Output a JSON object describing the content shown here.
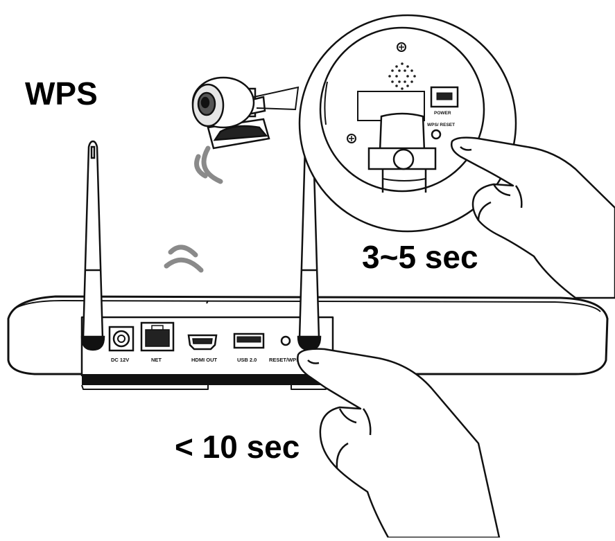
{
  "title": "WPS",
  "camera": {
    "button_labels": {
      "power": "POWER",
      "wps_reset": "WPS/ RESET"
    },
    "press_time": "3~5 sec"
  },
  "nvr": {
    "ports": [
      {
        "label": "DC 12V"
      },
      {
        "label": "NET"
      },
      {
        "label": "HDMI OUT"
      },
      {
        "label": "USB 2.0"
      },
      {
        "label": "RESET/WPS"
      }
    ],
    "press_time": "< 10 sec"
  },
  "icons": [
    "wifi-signal-icon",
    "pointing-hand-icon"
  ]
}
